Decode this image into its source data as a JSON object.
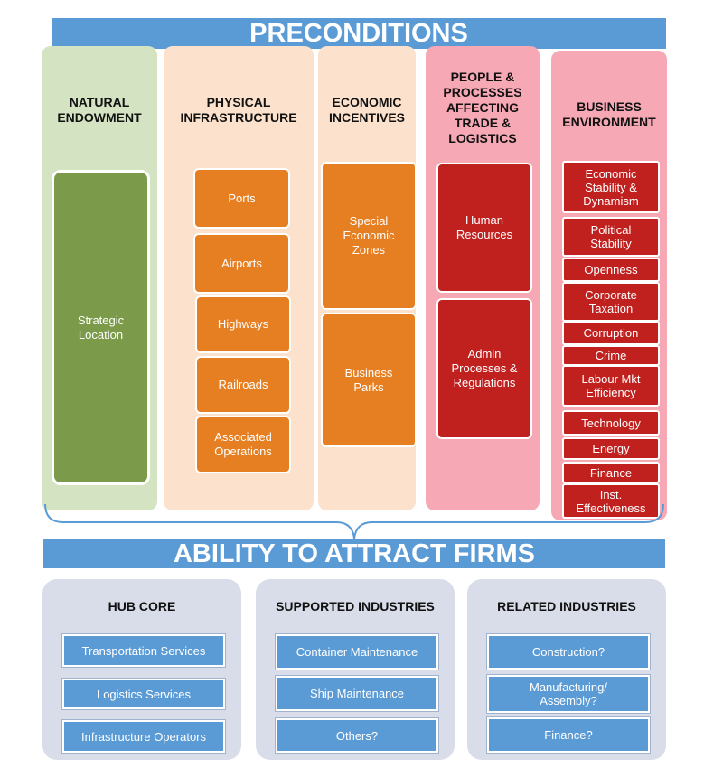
{
  "preconditions_title": "PRECONDITIONS",
  "columns": {
    "natural": {
      "title_l1": "NATURAL",
      "title_l2": "ENDOWMENT",
      "items": [
        "Strategic Location"
      ]
    },
    "physical": {
      "title_l1": "PHYSICAL",
      "title_l2": "INFRASTRUCTURE",
      "items": [
        "Ports",
        "Airports",
        "Highways",
        "Railroads",
        "Associated Operations"
      ]
    },
    "economic": {
      "title_l1": "ECONOMIC",
      "title_l2": "INCENTIVES",
      "items": [
        "Special Economic Zones",
        "Business Parks"
      ]
    },
    "people": {
      "title_l1": "PEOPLE &",
      "title_l2": "PROCESSES",
      "title_l3": "AFFECTING",
      "title_l4": "TRADE &",
      "title_l5": "LOGISTICS",
      "items": [
        "Human Resources",
        "Admin Processes & Regulations"
      ]
    },
    "business": {
      "title_l1": "BUSINESS",
      "title_l2": "ENVIRONMENT",
      "items": [
        "Economic Stability & Dynamism",
        "Political Stability",
        "Openness",
        "Corporate Taxation",
        "Corruption",
        "Crime",
        "Labour Mkt Efficiency",
        "Technology",
        "Energy",
        "Finance",
        "Inst. Effectiveness"
      ]
    }
  },
  "ability_title": "ABILITY TO ATTRACT FIRMS",
  "panels": {
    "hub": {
      "title": "HUB CORE",
      "items": [
        "Transportation Services",
        "Logistics Services",
        "Infrastructure Operators"
      ]
    },
    "supported": {
      "title": "SUPPORTED INDUSTRIES",
      "items": [
        "Container Maintenance",
        "Ship Maintenance",
        "Others?"
      ]
    },
    "related": {
      "title": "RELATED INDUSTRIES",
      "items": [
        "Construction?",
        "Manufacturing/ Assembly?",
        "Finance?"
      ]
    }
  },
  "colors": {
    "banner": "#5b9bd5",
    "natural_bg": "#d4e3c2",
    "natural_box": "#7b9a4a",
    "infra_bg": "#fce1cc",
    "infra_box": "#e67e22",
    "people_bg": "#f6a8b4",
    "people_box": "#c0201e",
    "panel_bg": "#d9dde9",
    "panel_box": "#5b9bd5"
  }
}
